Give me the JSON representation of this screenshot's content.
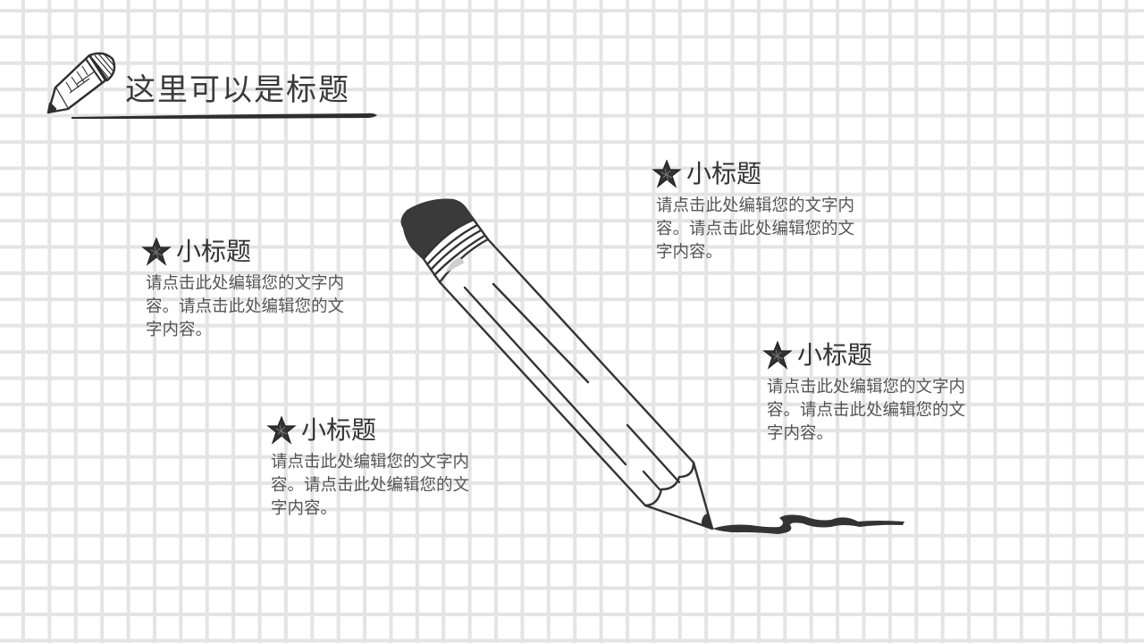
{
  "slide": {
    "title": "这里可以是标题",
    "title_icon": "pencil-icon",
    "grid_color": "#e4e4e4",
    "ink_color": "#333333",
    "blocks": [
      {
        "id": "left-upper",
        "icon": "star-icon",
        "subtitle": "小标题",
        "body": "请点击此处编辑您的文字内容。请点击此处编辑您的文字内容。"
      },
      {
        "id": "left-lower",
        "icon": "star-icon",
        "subtitle": "小标题",
        "body": "请点击此处编辑您的文字内容。请点击此处编辑您的文字内容。"
      },
      {
        "id": "right-upper",
        "icon": "star-icon",
        "subtitle": "小标题",
        "body": "请点击此处编辑您的文字内容。请点击此处编辑您的文字内容。"
      },
      {
        "id": "right-lower",
        "icon": "star-icon",
        "subtitle": "小标题",
        "body": "请点击此处编辑您的文字内容。请点击此处编辑您的文字内容。"
      }
    ],
    "illustration": "pencil-drawing-line"
  }
}
